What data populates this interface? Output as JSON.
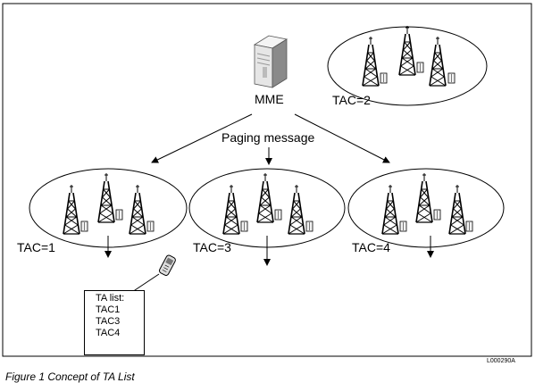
{
  "diagram": {
    "core": {
      "label": "MME"
    },
    "edge_label": "Paging message",
    "tracking_areas": [
      {
        "id": "tac2",
        "label": "TAC=2",
        "paged": false
      },
      {
        "id": "tac1",
        "label": "TAC=1",
        "paged": true
      },
      {
        "id": "tac3",
        "label": "TAC=3",
        "paged": true
      },
      {
        "id": "tac4",
        "label": "TAC=4",
        "paged": true
      }
    ],
    "ta_list": {
      "title": "TA list:",
      "items": [
        "TAC1",
        "TAC3",
        "TAC4"
      ]
    },
    "figure_id": "L000290A",
    "caption": "Figure 1    Concept of TA List"
  },
  "colors": {
    "line": "#000000",
    "server_light": "#e6e6e6",
    "server_dark": "#8a8a8a",
    "tower": "#000000",
    "box_fill": "#f2f2f2"
  },
  "icons": [
    "server-icon",
    "cell-tower-icon",
    "equipment-cabinet-icon",
    "mobile-phone-icon"
  ]
}
